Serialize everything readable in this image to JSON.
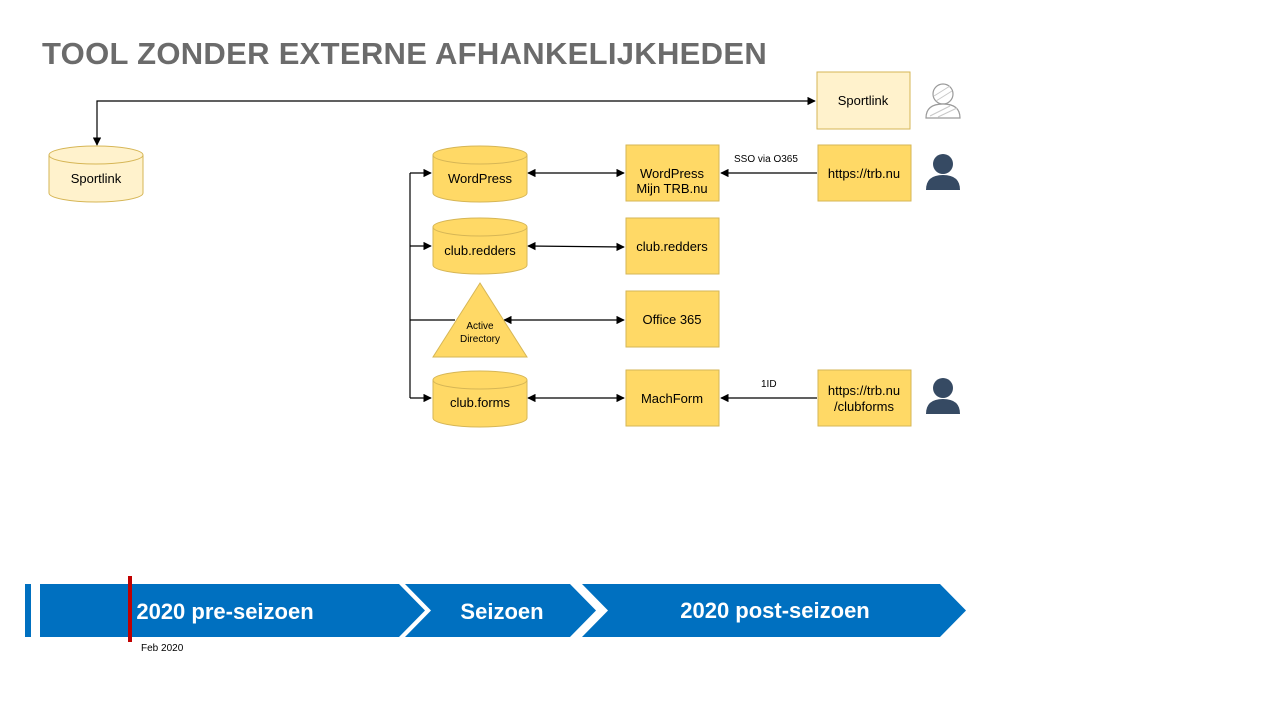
{
  "title": "TOOL ZONDER EXTERNE AFHANKELIJKHEDEN",
  "colors": {
    "box_fill": "#ffd966",
    "box_stroke": "#d6b656",
    "light_fill": "#fff2cc",
    "arrow": "#000000",
    "timeline": "#0070c0",
    "marker": "#c00000",
    "person": "#364a63"
  },
  "nodes": {
    "sportlink_left": "Sportlink",
    "sportlink_top": "Sportlink",
    "db_wordpress": "WordPress",
    "db_clubredders": "club.redders",
    "db_activedirectory_line1": "Active",
    "db_activedirectory_line2": "Directory",
    "db_clubforms": "club.forms",
    "app_wordpress_line1": "WordPress",
    "app_wordpress_line2": "Mijn TRB.nu",
    "app_clubredders": "club.redders",
    "app_office365": "Office 365",
    "app_machform": "MachForm",
    "site_trb": "https://trb.nu",
    "site_clubforms_line1": "https://trb.nu",
    "site_clubforms_line2": "/clubforms"
  },
  "edge_labels": {
    "sso": "SSO  via O365",
    "oneid": "1ID"
  },
  "icons": [
    "user-outline-icon",
    "user-icon",
    "user-icon"
  ],
  "timeline": {
    "phases": [
      "2020 pre-seizoen",
      "Seizoen",
      "2020 post-seizoen"
    ],
    "marker_label": "Feb 2020"
  }
}
